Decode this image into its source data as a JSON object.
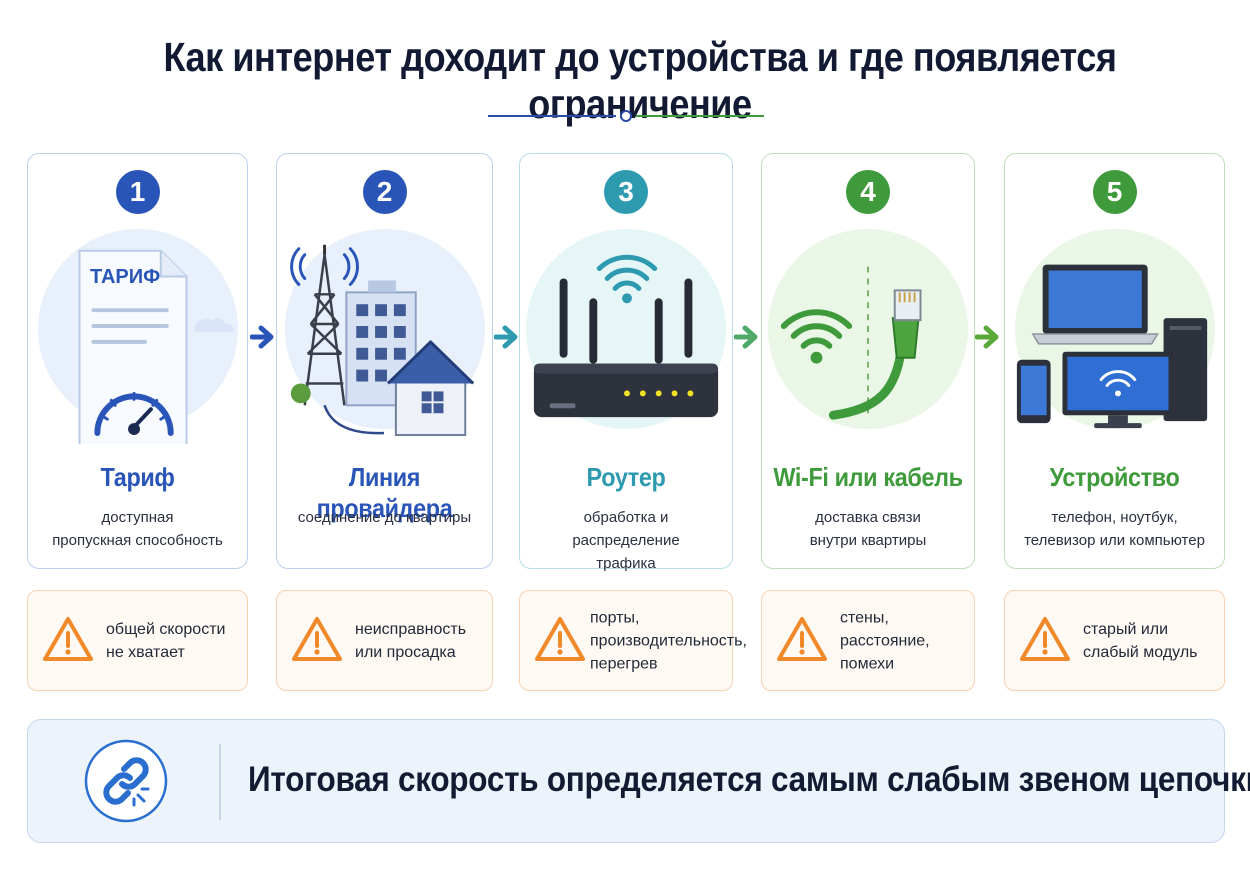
{
  "title": "Как интернет доходит до устройства и где появляется ограничение",
  "colors": {
    "blue": "#2a55b8",
    "teal": "#2e9ab0",
    "green": "#3e9a3a",
    "orange": "#f0892a"
  },
  "steps": [
    {
      "number": "1",
      "icon": "tariff-document-speedometer-icon",
      "document_label": "ТАРИФ",
      "title": "Тариф",
      "description": "доступная\nпропускная способность",
      "issue": "общей скорости\nне хватает"
    },
    {
      "number": "2",
      "icon": "provider-tower-building-icon",
      "title": "Линия провайдера",
      "description": "соединение до квартиры",
      "issue": "неисправность\nили просадка"
    },
    {
      "number": "3",
      "icon": "router-icon",
      "title": "Роутер",
      "description": "обработка и распределение\nтрафика",
      "issue": "порты,\nпроизводительность,\nперегрев"
    },
    {
      "number": "4",
      "icon": "wifi-and-ethernet-cable-icon",
      "title": "Wi-Fi или кабель",
      "description": "доставка связи\nвнутри квартиры",
      "issue": "стены, расстояние,\nпомехи"
    },
    {
      "number": "5",
      "icon": "devices-icon",
      "title": "Устройство",
      "description": "телефон, ноутбук,\nтелевизор или компьютер",
      "issue": "старый или\nслабый модуль"
    }
  ],
  "summary": {
    "icon": "chain-link-icon",
    "text": "Итоговая скорость определяется самым слабым звеном цепочки"
  }
}
